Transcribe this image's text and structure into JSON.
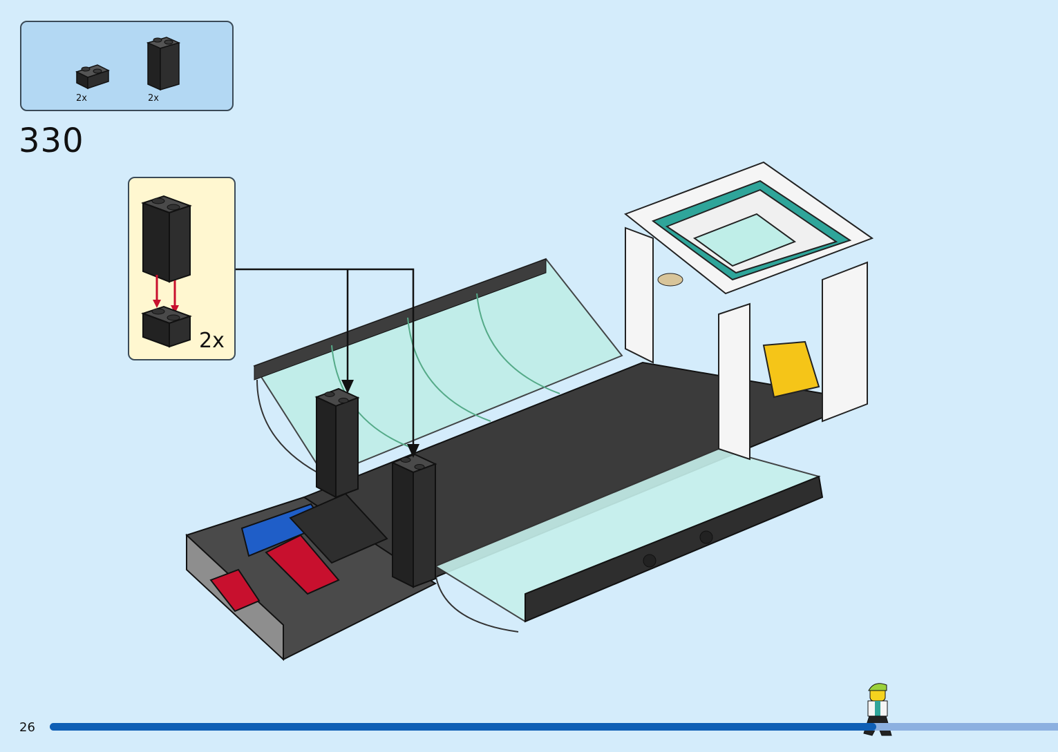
{
  "parts_list": {
    "items": [
      {
        "icon": "brick-1x2-black",
        "qty": "2x"
      },
      {
        "icon": "brick-1x2x3-black",
        "qty": "2x"
      }
    ]
  },
  "step": {
    "number": "330"
  },
  "callout": {
    "qty": "2x"
  },
  "footer": {
    "page_number": "26",
    "progress_fraction": 0.82
  },
  "colors": {
    "background": "#d4ecfb",
    "parts_box": "#b3d8f3",
    "callout_box": "#fff7d0",
    "progress_fill": "#0f5fb5",
    "progress_track": "#8cb0e0",
    "brick_black": "#2b2b2b",
    "arrow_red": "#c8102e"
  }
}
